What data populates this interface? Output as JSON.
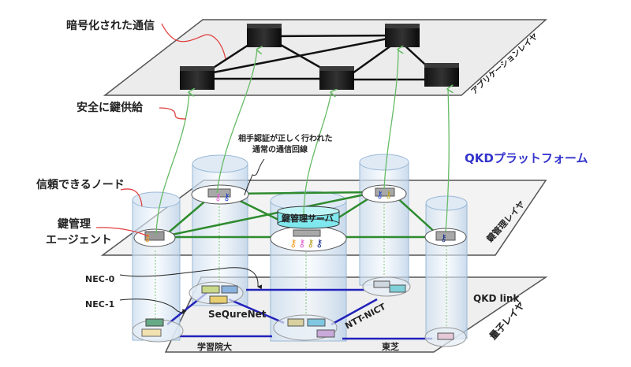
{
  "title": "QKD Platform layered architecture",
  "layers": {
    "application": "アプリケーションレイヤ",
    "key_management": "鍵管理レイヤ",
    "quantum": "量子レイヤ"
  },
  "platform_label": "QKDプラットフォーム",
  "annotations": {
    "encrypted_comm": "暗号化された通信",
    "secure_key_supply": "安全に鍵供給",
    "authenticated_line_1": "相手認証が正しく行われた",
    "authenticated_line_2": "通常の通信回線",
    "trusted_node": "信頼できるノード",
    "key_agent_1": "鍵管理",
    "key_agent_2": "エージェント",
    "key_server": "鍵管理サーバ"
  },
  "qkd": {
    "link_label": "QKD link",
    "links": {
      "nec0": "NEC-0",
      "nec1": "NEC-1",
      "sequrenet": "SeQureNet",
      "ntt_nict": "NTT-NICT",
      "gakushuin": "学習院大",
      "toshiba": "東芝"
    }
  },
  "colors": {
    "plane_fill": "#efefef",
    "plane_stroke": "#555555",
    "app_link": "#111111",
    "key_link": "#2e8b2e",
    "qkd_link": "#2222bb",
    "supply_arrow": "#66bb66",
    "callout": "#e04040",
    "platform_text": "#3333cc",
    "server_fill": "#7fe8ee"
  }
}
